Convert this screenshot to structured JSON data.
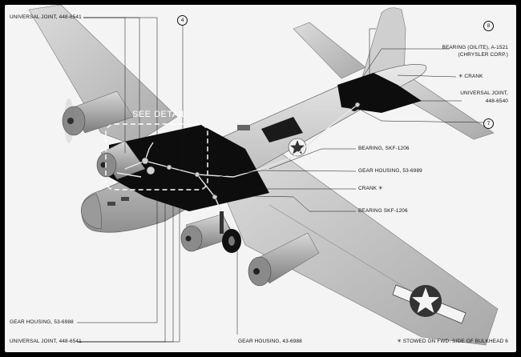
{
  "callouts": {
    "top_left": "Universal Joint, 448-6541",
    "num_4": "4",
    "num_8": "8",
    "num_7": "7",
    "bearing_oilite_1": "Bearing (Oilite), A-1521",
    "bearing_oilite_2": "(Chrysler Corp.)",
    "crank_top": "✳ Crank",
    "uj_6540_1": "Universal Joint,",
    "uj_6540_2": "448-6540",
    "bearing_skf_1": "Bearing, SKF-1206",
    "gear_housing_53_6989": "Gear Housing, 53-6989",
    "crank_mid": "Crank ✳",
    "bearing_skf_2": "Bearing SKF-1206",
    "gear_housing_53_6988": "Gear Housing, 53-6988",
    "uj_bottom": "Universal Joint, 448-6541",
    "gear_housing_43_6988": "Gear Housing, 43-6988",
    "stowed_note": "✳ Stowed on Fwd. Side of Bulkhead 6",
    "see_detail": "SEE DETAIL"
  }
}
